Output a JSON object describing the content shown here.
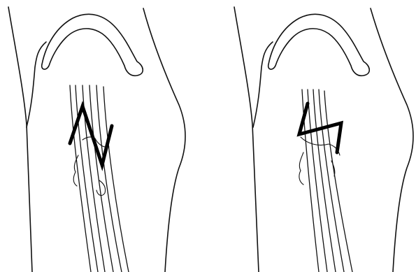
{
  "figure": {
    "panels": [
      {
        "id": "left",
        "incision_shape": "z-plasty-open"
      },
      {
        "id": "right",
        "incision_shape": "z-plasty-transposed"
      }
    ],
    "colors": {
      "background": "#ffffff",
      "line": "#111111",
      "incision": "#000000"
    }
  }
}
